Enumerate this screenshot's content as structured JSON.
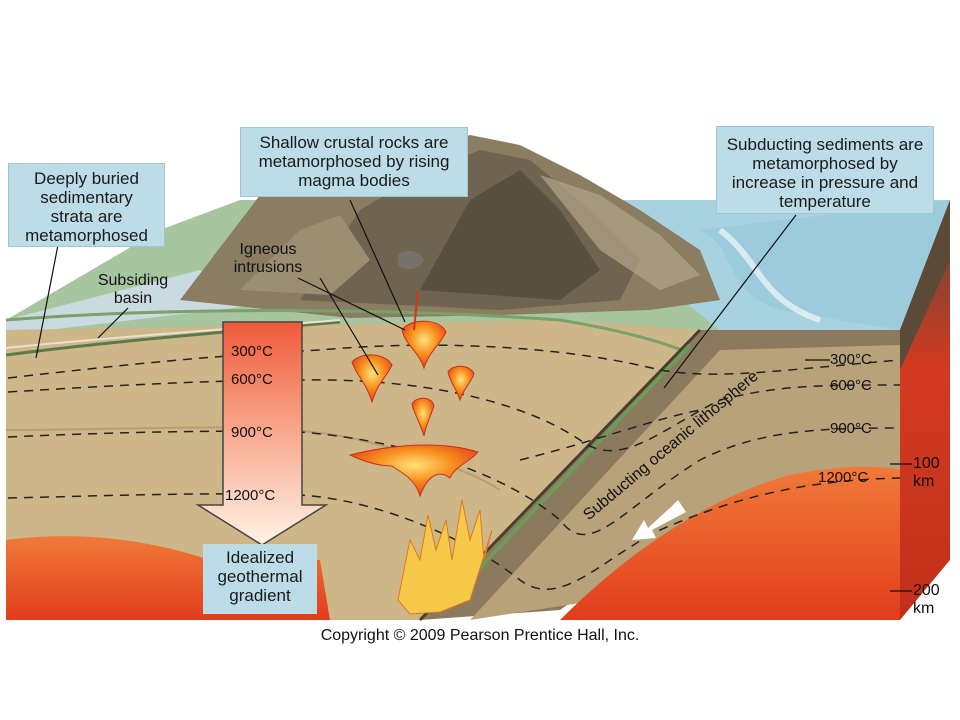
{
  "callouts": {
    "deeply_buried": "Deeply buried sedimentary strata are metamorphosed",
    "shallow_crustal": "Shallow crustal rocks are metamorphosed by rising magma bodies",
    "subducting_sediments": "Subducting sediments are metamorphosed by increase in pressure and temperature"
  },
  "labels": {
    "subsiding_basin": "Subsiding basin",
    "igneous_intrusions": "Igneous intrusions",
    "subducting_lithosphere": "Subducting oceanic lithosphere",
    "geothermal_gradient": "Idealized geothermal gradient"
  },
  "isotherms_left": [
    "300°C",
    "600°C",
    "900°C",
    "1200°C"
  ],
  "isotherms_right": [
    "300°C",
    "600°C",
    "900°C",
    "1200°C"
  ],
  "depths": [
    {
      "value": "100",
      "unit": "km"
    },
    {
      "value": "200",
      "unit": "km"
    }
  ],
  "copyright": "Copyright © 2009 Pearson Prentice Hall, Inc.",
  "colors": {
    "callout_bg": "#bcdde8",
    "sediment": "#c9b183",
    "magma": "#e8401f",
    "ocean": "#9ccbdc"
  }
}
